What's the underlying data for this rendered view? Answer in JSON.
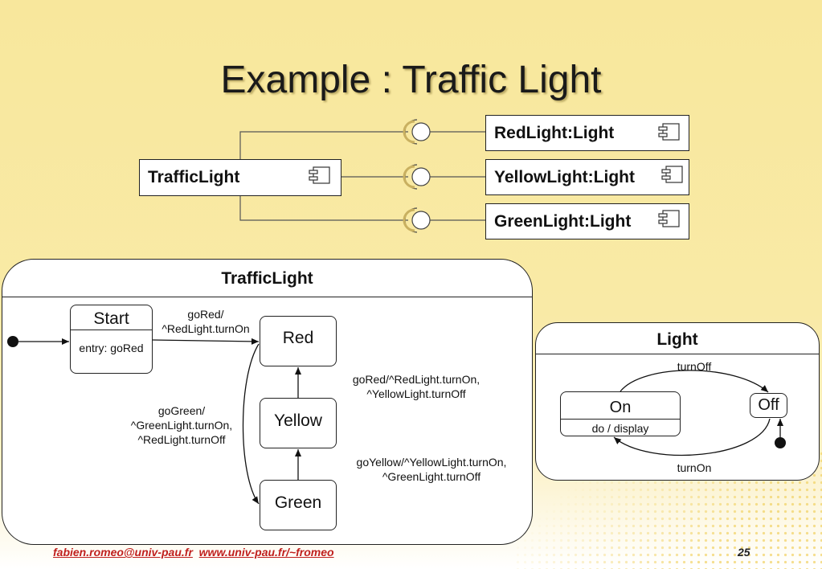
{
  "slide": {
    "title": "Example : Traffic Light",
    "page_number": "25"
  },
  "footer": {
    "email": "fabien.romeo@univ-pau.fr",
    "website": "www.univ-pau.fr/~fromeo"
  },
  "component_diagram": {
    "main_component": "TrafficLight",
    "parts": [
      "RedLight:Light",
      "YellowLight:Light",
      "GreenLight:Light"
    ],
    "icon": "component-icon"
  },
  "traffic_sm": {
    "title": "TrafficLight",
    "states": {
      "start": {
        "name": "Start",
        "activity": "entry: goRed"
      },
      "red": {
        "name": "Red"
      },
      "yellow": {
        "name": "Yellow"
      },
      "green": {
        "name": "Green"
      }
    },
    "transitions": {
      "start_to_red": [
        "goRed/",
        "^RedLight.turnOn"
      ],
      "yellow_to_red": [
        "goRed/^RedLight.turnOn,",
        "^YellowLight.turnOff"
      ],
      "green_to_yellow": [
        "goYellow/^YellowLight.turnOn,",
        "^GreenLight.turnOff"
      ],
      "red_to_green": [
        "goGreen/",
        "^GreenLight.turnOn,",
        "^RedLight.turnOff"
      ]
    }
  },
  "light_sm": {
    "title": "Light",
    "states": {
      "on": {
        "name": "On",
        "activity": "do / display"
      },
      "off": {
        "name": "Off"
      }
    },
    "transitions": {
      "on_to_off": "turnOff",
      "off_to_on": "turnOn"
    }
  },
  "colors": {
    "background": "#f9e9a3",
    "link": "#c0201e",
    "stroke": "#222222"
  }
}
